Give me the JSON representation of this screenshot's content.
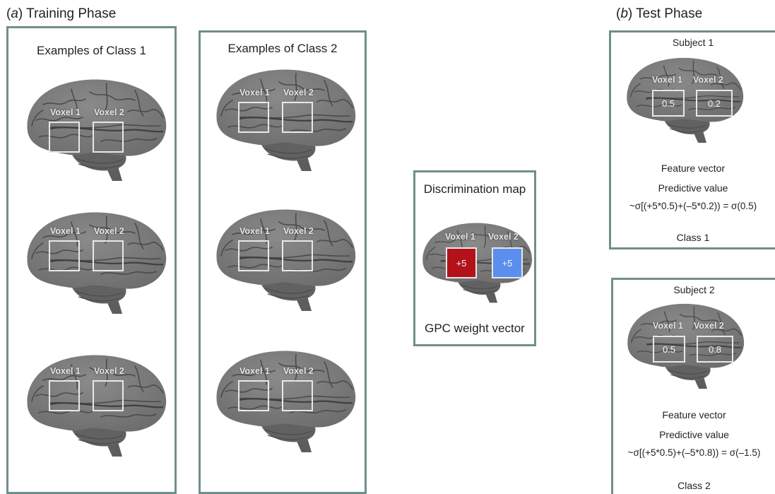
{
  "training": {
    "title_letter": "a",
    "title_text": "Training Phase",
    "class1_title": "Examples of Class 1",
    "class2_title": "Examples of Class 2"
  },
  "test": {
    "title_letter": "b",
    "title_text": "Test Phase",
    "subject1": {
      "title": "Subject 1",
      "voxel1_value": "0.5",
      "voxel2_value": "0.2",
      "feature_label": "Feature vector",
      "predictive_label": "Predictive value",
      "formula": "~σ[(+5*0.5)+(–5*0.2)) = σ(0.5)",
      "class_label": "Class 1"
    },
    "subject2": {
      "title": "Subject 2",
      "voxel1_value": "0.5",
      "voxel2_value": "0.8",
      "feature_label": "Feature vector",
      "predictive_label": "Predictive value",
      "formula": "~σ[(+5*0.5)+(–5*0.8)) = σ(–1.5)",
      "class_label": "Class 2"
    }
  },
  "discrimination": {
    "title": "Discrimination map",
    "voxel1_value": "+5",
    "voxel2_value": "+5",
    "footer": "GPC weight vector",
    "voxel1_color": "#b3121b",
    "voxel2_color": "#5b8fef"
  },
  "voxel_labels": {
    "voxel1": "Voxel 1",
    "voxel2": "Voxel 2"
  },
  "colors": {
    "panel_border": "#6f8f8b",
    "brain": "#6e6e6e"
  }
}
